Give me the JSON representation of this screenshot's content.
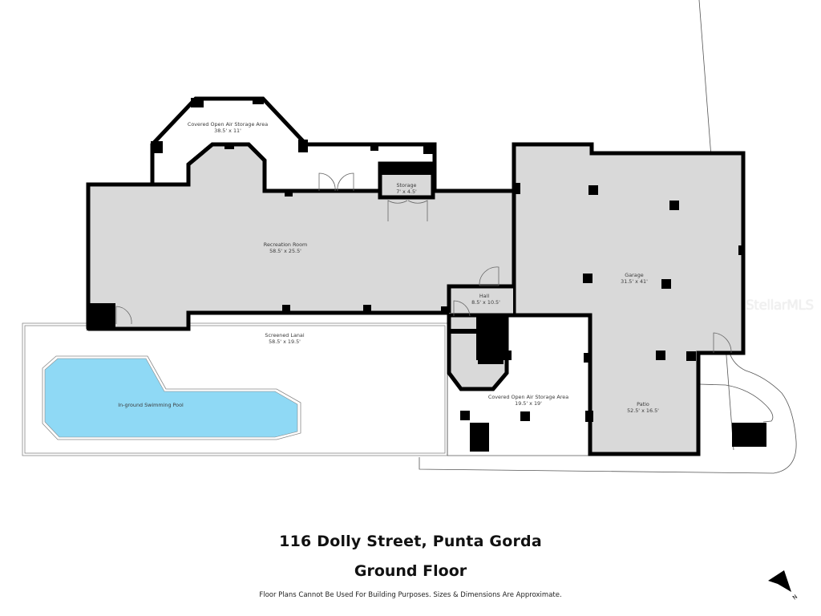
{
  "header": {
    "address": "116 Dolly Street, Punta Gorda",
    "floor_name": "Ground Floor",
    "disclaimer": "Floor Plans Cannot Be Used For Building Purposes. Sizes & Dimensions Are Approximate."
  },
  "watermark": "StellarMLS",
  "compass": {
    "label": "N",
    "icon": "north-arrow-icon"
  },
  "colors": {
    "floor_fill": "#d9d9d9",
    "wall": "#000000",
    "pool": "#8fd9f5",
    "background": "#ffffff"
  },
  "rooms": [
    {
      "name": "Covered Open Air Storage Area",
      "dimensions": "38.5' x 11'"
    },
    {
      "name": "Storage",
      "dimensions": "7' x 4.5'"
    },
    {
      "name": "Recreation Room",
      "dimensions": "58.5' x 25.5'"
    },
    {
      "name": "Hall",
      "dimensions": "8.5' x 10.5'"
    },
    {
      "name": "Garage",
      "dimensions": "31.5' x 41'"
    },
    {
      "name": "Screened Lanai",
      "dimensions": "58.5' x 19.5'"
    },
    {
      "name": "In-ground Swimming Pool",
      "dimensions": ""
    },
    {
      "name": "Covered Open Air Storage Area",
      "dimensions": "19.5' x 19'"
    },
    {
      "name": "Patio",
      "dimensions": "52.5' x 16.5'"
    }
  ]
}
